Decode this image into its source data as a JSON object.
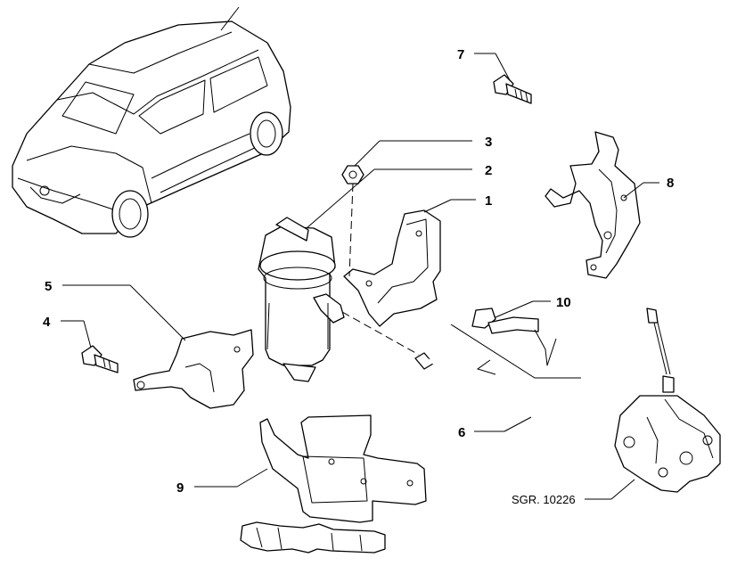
{
  "callouts": {
    "c1": "1",
    "c2": "2",
    "c3": "3",
    "c4": "4",
    "c5": "5",
    "c6": "6",
    "c7": "7",
    "c8": "8",
    "c9": "9",
    "c10": "10"
  },
  "reference": "SGR. 10226",
  "icons": {
    "vehicle": "car-icon",
    "filter": "fuel-filter-icon",
    "pump": "pump-icon"
  }
}
